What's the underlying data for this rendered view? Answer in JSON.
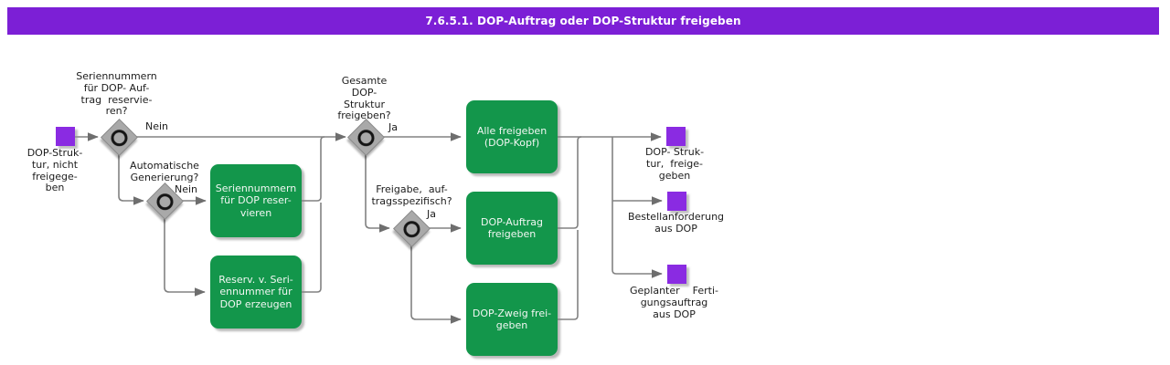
{
  "title": "7.6.5.1. DOP-Auftrag oder DOP-Struktur freigeben",
  "colors": {
    "title_bar": "#7C1FD6",
    "event_node": "#8A2BE2",
    "task_node": "#13964B",
    "connector": "#808080"
  },
  "start": {
    "label": "DOP-Struk-\ntur, nicht\nfreigege-\nben"
  },
  "decisions": [
    {
      "id": "serial-numbers-reserved",
      "question": "Seriennummern\nfür DOP- Auf-\ntrag  reservie-\nren?",
      "branch_label": "Nein"
    },
    {
      "id": "automatic-generation",
      "question": "Automatische\nGenerierung?",
      "branch_label": "Nein"
    },
    {
      "id": "release-whole-structure",
      "question": "Gesamte\nDOP-\nStruktur\nfreigeben?",
      "branch_label": "Ja"
    },
    {
      "id": "release-order-specific",
      "question": "Freigabe,  auf-\ntragsspezifisch?",
      "branch_label": "Ja"
    }
  ],
  "tasks": [
    {
      "id": "reserve-serial-numbers",
      "label": "Seriennummern\nfür DOP reser-\nvieren"
    },
    {
      "id": "create-serial-reservation",
      "label": "Reserv. v. Seri-\nennummer für\nDOP erzeugen"
    },
    {
      "id": "release-all",
      "label": "Alle freigeben\n(DOP-Kopf)"
    },
    {
      "id": "release-dop-order",
      "label": "DOP-Auftrag\nfreigeben"
    },
    {
      "id": "release-dop-branch",
      "label": "DOP-Zweig frei-\ngeben"
    }
  ],
  "ends": [
    {
      "id": "structure-released",
      "label": "DOP- Struk-\ntur,  freige-\ngeben"
    },
    {
      "id": "purchase-requisition",
      "label": "Bestellanforderung\naus DOP"
    },
    {
      "id": "planned-production-order",
      "label": "Geplanter    Ferti-\ngungsauftrag\naus DOP"
    }
  ]
}
